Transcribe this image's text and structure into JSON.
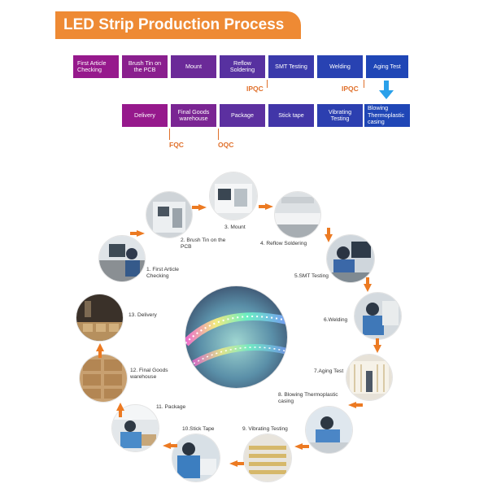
{
  "title": "LED Strip Production Process",
  "flow": {
    "row1": [
      "First Article Checking",
      "Brush Tin on the PCB",
      "Mount",
      "Reflow Soldering",
      "SMT Testing",
      "Welding",
      "Aging Test"
    ],
    "row2": [
      "Delivery",
      "Final Goods warehouse",
      "Package",
      "Stick tape",
      "Vibrating Testing",
      "Blowing Thermoplastic casing"
    ],
    "tags": {
      "ipqc_1": "IPQC",
      "ipqc_2": "IPQC",
      "fqc": "FQC",
      "oqc": "OQC"
    }
  },
  "steps": [
    "1. First Article Checking",
    "2. Brush Tin on the PCB",
    "3. Mount",
    "4. Reflow Soldering",
    "5.SMT Testing",
    "6.Welding",
    "7.Aging Test",
    "8. Blowing Thermoplastic casing",
    "9. Vibrating Testing",
    "10.Stick Tape",
    "11. Package",
    "12. Final Goods warehouse",
    "13. Delivery"
  ],
  "colors": {
    "orange": "#ee8a34",
    "magenta": "#96198c",
    "purple": "#6b2a98",
    "blue": "#1f46b6",
    "arrow": "#ec7a22"
  }
}
